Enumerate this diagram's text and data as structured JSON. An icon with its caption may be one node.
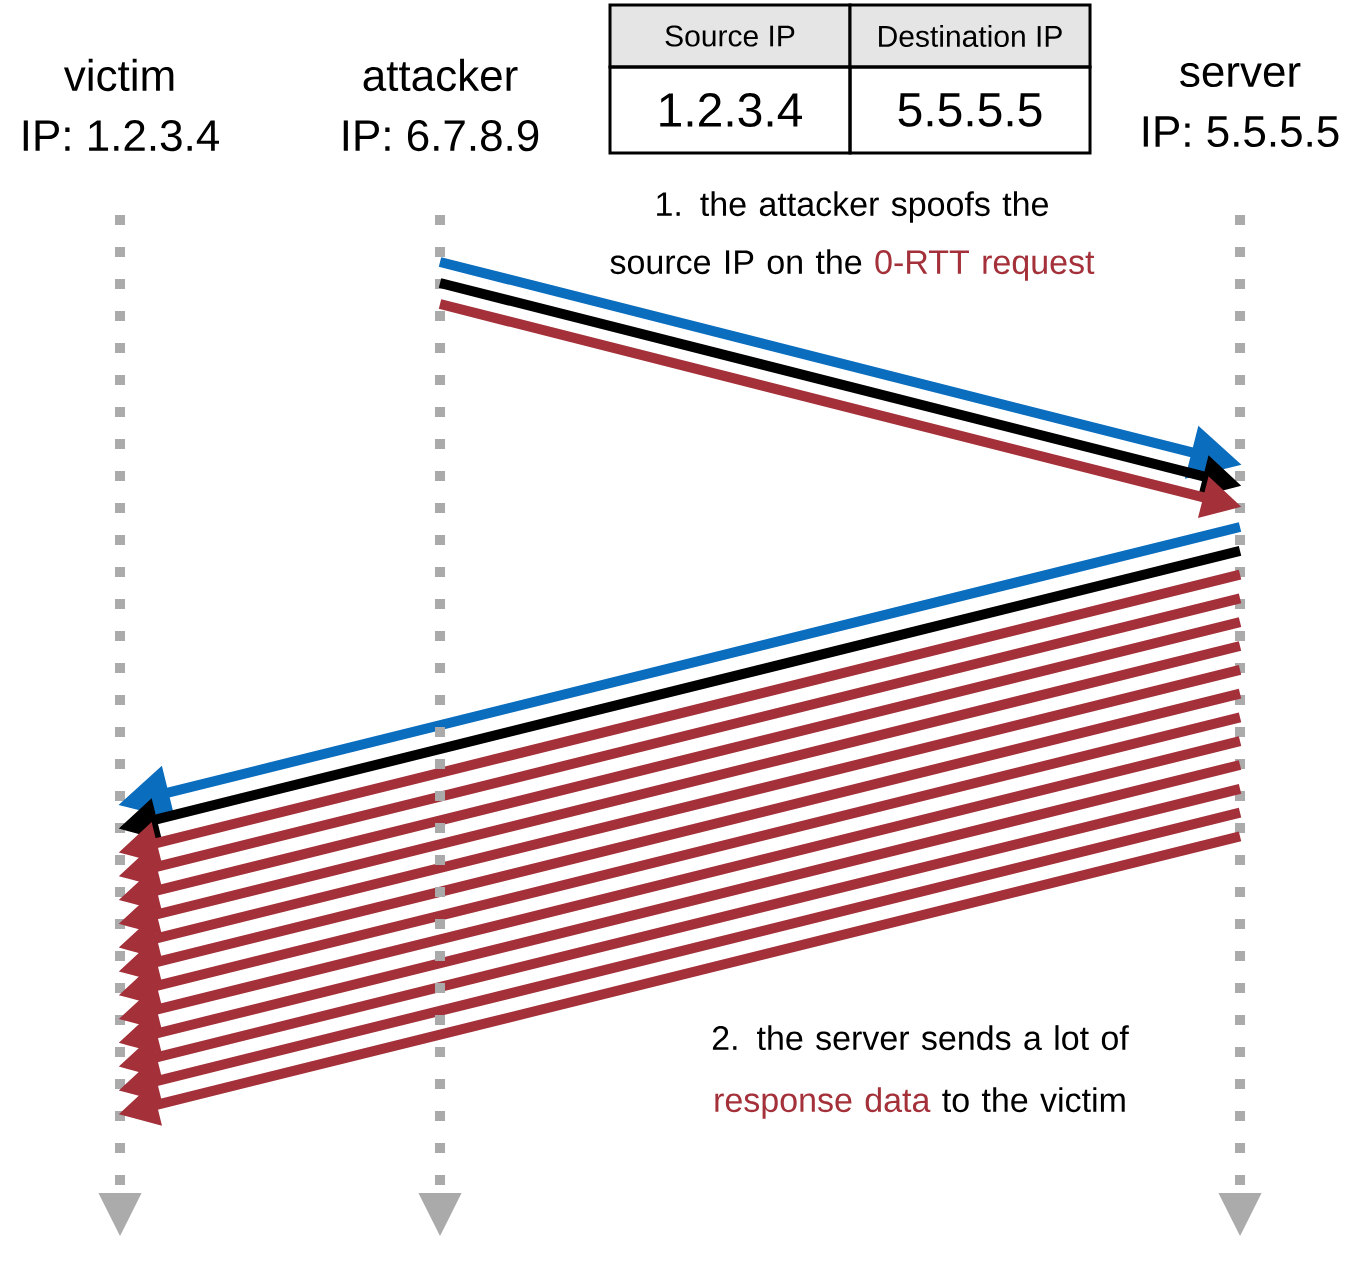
{
  "diagram": {
    "nodes": [
      {
        "text": [
          "victim",
          "IP: 1.2.3.4"
        ]
      },
      {
        "text": [
          "attacker",
          "IP: 6.7.8.9"
        ]
      },
      {
        "text": [
          "server",
          "IP: 5.5.5.5"
        ]
      }
    ],
    "edges": [
      {
        "from": 1,
        "to": 2,
        "arrow": "to",
        "color": "#0b6dbd"
      },
      {
        "from": 1,
        "to": 2,
        "arrow": "to",
        "color": "#000000"
      },
      {
        "from": 1,
        "to": 2,
        "arrow": "to"
      },
      {
        "from": 2,
        "to": 0,
        "arrow": "to",
        "color": "#0b6dbd"
      },
      {
        "from": 2,
        "to": 0,
        "arrow": "to",
        "color": "#000000"
      },
      {
        "from": 2,
        "to": 0,
        "arrow": "to"
      },
      {
        "from": 2,
        "to": 0,
        "arrow": "to"
      },
      {
        "from": 2,
        "to": 0,
        "arrow": "to"
      },
      {
        "from": 2,
        "to": 0,
        "arrow": "to"
      },
      {
        "from": 2,
        "to": 0,
        "arrow": "to"
      },
      {
        "from": 2,
        "to": 0,
        "arrow": "to"
      },
      {
        "from": 2,
        "to": 0,
        "arrow": "to"
      },
      {
        "from": 2,
        "to": 0,
        "arrow": "to"
      },
      {
        "from": 2,
        "to": 0,
        "arrow": "to"
      },
      {
        "from": 2,
        "to": 0,
        "arrow": "to"
      },
      {
        "from": 2,
        "to": 0,
        "arrow": "to"
      },
      {
        "from": 2,
        "to": 0,
        "arrow": "to"
      },
      {
        "from": 1,
        "to": null,
        "arrow": "to",
        "style": "dashed",
        "color": "#aaaaaa"
      }
    ],
    "labels": [
      "Source IP",
      "Destination IP",
      "1.2.3.4",
      "5.5.5.5",
      "1. the attacker spoofs the source IP on the",
      "0-RTT request",
      "2. the server sends a lot of",
      "response data",
      "to the victim"
    ]
  }
}
